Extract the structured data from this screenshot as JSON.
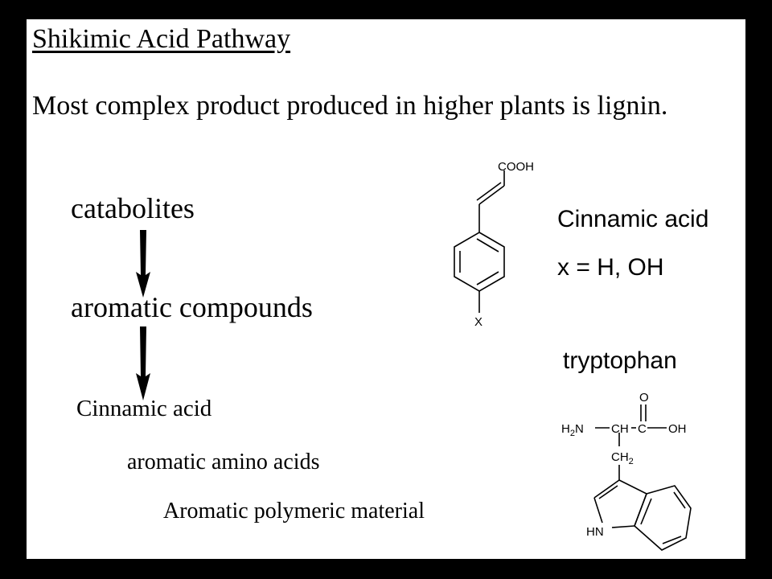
{
  "slide": {
    "title": "Shikimic Acid Pathway",
    "subtitle": "Most complex product produced in higher plants is lignin."
  },
  "pathway": {
    "step1": "catabolites",
    "step2": "aromatic compounds",
    "step3": "Cinnamic acid",
    "step4": "aromatic amino acids",
    "step5": "Aromatic polymeric material"
  },
  "cinnamic": {
    "name": "Cinnamic acid",
    "substituent_note": "x = H, OH",
    "cooh_label": "COOH",
    "x_label": "X"
  },
  "tryptophan": {
    "name": "tryptophan",
    "o_label": "O",
    "h2n_label": "H",
    "h2n_sub": "2",
    "h2n_n": "N",
    "ch_label": "CH",
    "c_label": "C",
    "oh_label": "OH",
    "ch2_label": "CH",
    "ch2_sub": "2",
    "hn_label": "HN"
  }
}
